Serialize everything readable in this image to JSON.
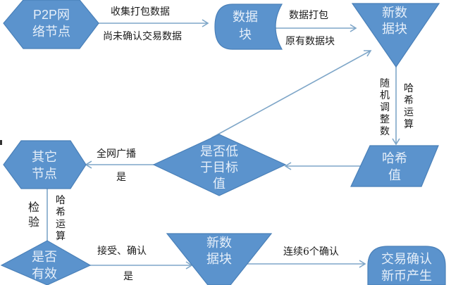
{
  "nodes": {
    "p2p_node": {
      "lines": [
        "P2P网",
        "络节点"
      ],
      "shape": "hexagon"
    },
    "data_block": {
      "lines": [
        "数据",
        "块"
      ],
      "shape": "stored-data"
    },
    "new_block_top": {
      "lines": [
        "新数",
        "据块"
      ],
      "shape": "merge-triangle"
    },
    "hash_value": {
      "lines": [
        "哈希",
        "值"
      ],
      "shape": "parallelogram"
    },
    "below_target": {
      "lines": [
        "是否低",
        "于目标",
        "值"
      ],
      "shape": "decision"
    },
    "other_nodes": {
      "lines": [
        "其它",
        "节点"
      ],
      "shape": "hexagon"
    },
    "is_valid": {
      "lines": [
        "是否",
        "有效"
      ],
      "shape": "decision"
    },
    "new_block_bottom": {
      "lines": [
        "新数",
        "据块"
      ],
      "shape": "merge-triangle"
    },
    "confirm_terminal": {
      "lines": [
        "交易确认",
        "新币产生"
      ],
      "shape": "terminator"
    }
  },
  "edges": {
    "collect_pack": "收集打包数据",
    "unconfirmed_tx": "尚未确认交易数据",
    "data_pack": "数据打包",
    "original_block": "原有数据块",
    "random_adjust": [
      "随",
      "机",
      "调",
      "整",
      "数"
    ],
    "hash_op_right": [
      "哈",
      "希",
      "运",
      "算"
    ],
    "broadcast": "全网广播",
    "yes_broadcast": "是",
    "verify": [
      "检",
      "验"
    ],
    "hash_op_left": [
      "哈",
      "希",
      "运",
      "算"
    ],
    "accept_confirm": "接受、确认",
    "yes_accept": "是",
    "six_confirm": "连续6个确认"
  },
  "colors": {
    "shape_fill": "#5b93cd",
    "shape_border": "#4a80b8",
    "connector": "#7ea6c8",
    "node_text": "#e6eff9",
    "edge_text": "#1a1a1a"
  }
}
